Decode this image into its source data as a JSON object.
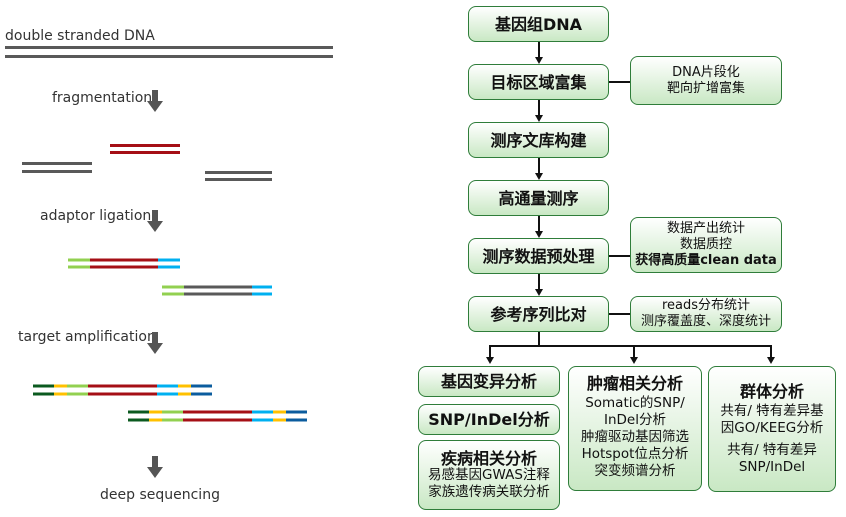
{
  "left": {
    "steps": [
      "double stranded DNA",
      "fragmentation",
      "adaptor ligation",
      "target amplification",
      "deep sequencing"
    ],
    "colors": {
      "dna": "#595959",
      "target": "#a50f15",
      "adaptor_green": "#92d050",
      "adaptor_cyan": "#00b0f0",
      "dark_green": "#0b5a1f",
      "yellow": "#ffc000",
      "blue": "#0b5c9e"
    }
  },
  "flow": {
    "main": [
      "基因组DNA",
      "目标区域富集",
      "测序文库构建",
      "高通量测序",
      "测序数据预处理",
      "参考序列比对"
    ],
    "side1": [
      "DNA片段化",
      "靶向扩增富集"
    ],
    "side2": [
      "数据产出统计",
      "数据质控",
      "获得高质量clean data"
    ],
    "side3": [
      "reads分布统计",
      "测序覆盖度、深度统计"
    ],
    "b1": "基因变异分析",
    "b2": "SNP/InDel分析",
    "b3": {
      "title": "疾病相关分析",
      "lines": [
        "易感基因GWAS注释",
        "家族遗传病关联分析"
      ]
    },
    "b4": {
      "title": "肿瘤相关分析",
      "lines": [
        "Somatic的SNP/",
        "InDel分析",
        "肿瘤驱动基因筛选",
        "Hotspot位点分析",
        "突变频谱分析"
      ]
    },
    "b5": {
      "title": "群体分析",
      "lines": [
        "共有/ 特有差异基",
        "因GO/KEEG分析",
        "共有/ 特有差异",
        "SNP/InDel"
      ]
    }
  }
}
